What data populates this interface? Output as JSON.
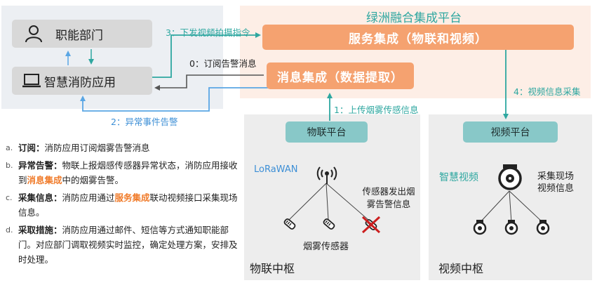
{
  "platform": {
    "title": "绿洲融合集成平台",
    "service_box": "服务集成（物联和视频）",
    "message_box": "消息集成（数据提取）"
  },
  "left": {
    "dept_label": "职能部门",
    "app_label": "智慧消防应用"
  },
  "arrows": {
    "cmd": "3：下发视频拍摄指令",
    "subscribe": "0：订阅告警消息",
    "upload": "1：上传烟雾传感信息",
    "alarm": "2：异常事件告警",
    "video_collect": "4：视频信息采集"
  },
  "iot": {
    "platform_label": "物联平台",
    "lora": "LoRaWAN",
    "sensor_alarm_line1": "传感器发出烟",
    "sensor_alarm_line2": "雾告警信息",
    "sensor_label": "烟雾传感器",
    "hub_label": "物联中枢"
  },
  "video": {
    "platform_label": "视频平台",
    "smart_video": "智慧视频",
    "collect_line1": "采集现场",
    "collect_line2": "视频信息",
    "hub_label": "视频中枢"
  },
  "steps": [
    {
      "mark": "a.",
      "head": "订阅：",
      "text": "消防应用订阅烟雾告警消息"
    },
    {
      "mark": "b.",
      "head": "异常告警：",
      "pre": "物联上报烟感传感器异常状态，消防应用接收到",
      "highlight": "消息集成",
      "post": "中的烟雾告警。"
    },
    {
      "mark": "c.",
      "head": "采集信息：",
      "pre": "消防应用通过",
      "highlight": "服务集成",
      "post": "联动视频接口采集现场信息。"
    },
    {
      "mark": "d.",
      "head": "采取措施：",
      "text": "消防应用通过邮件、短信等方式通知职能部门。对应部门调取视频实时监控，确定处理方案，安排及时处理。"
    }
  ],
  "colors": {
    "teal": "#2ea7a0",
    "blue": "#3d8fd6",
    "orange": "#f5a270",
    "highlight": "#f07b2a",
    "cross": "#cc1e1e"
  },
  "icons": [
    "person-icon",
    "laptop-icon",
    "antenna-icon",
    "smoke-sensor-icon",
    "camera-icon"
  ]
}
